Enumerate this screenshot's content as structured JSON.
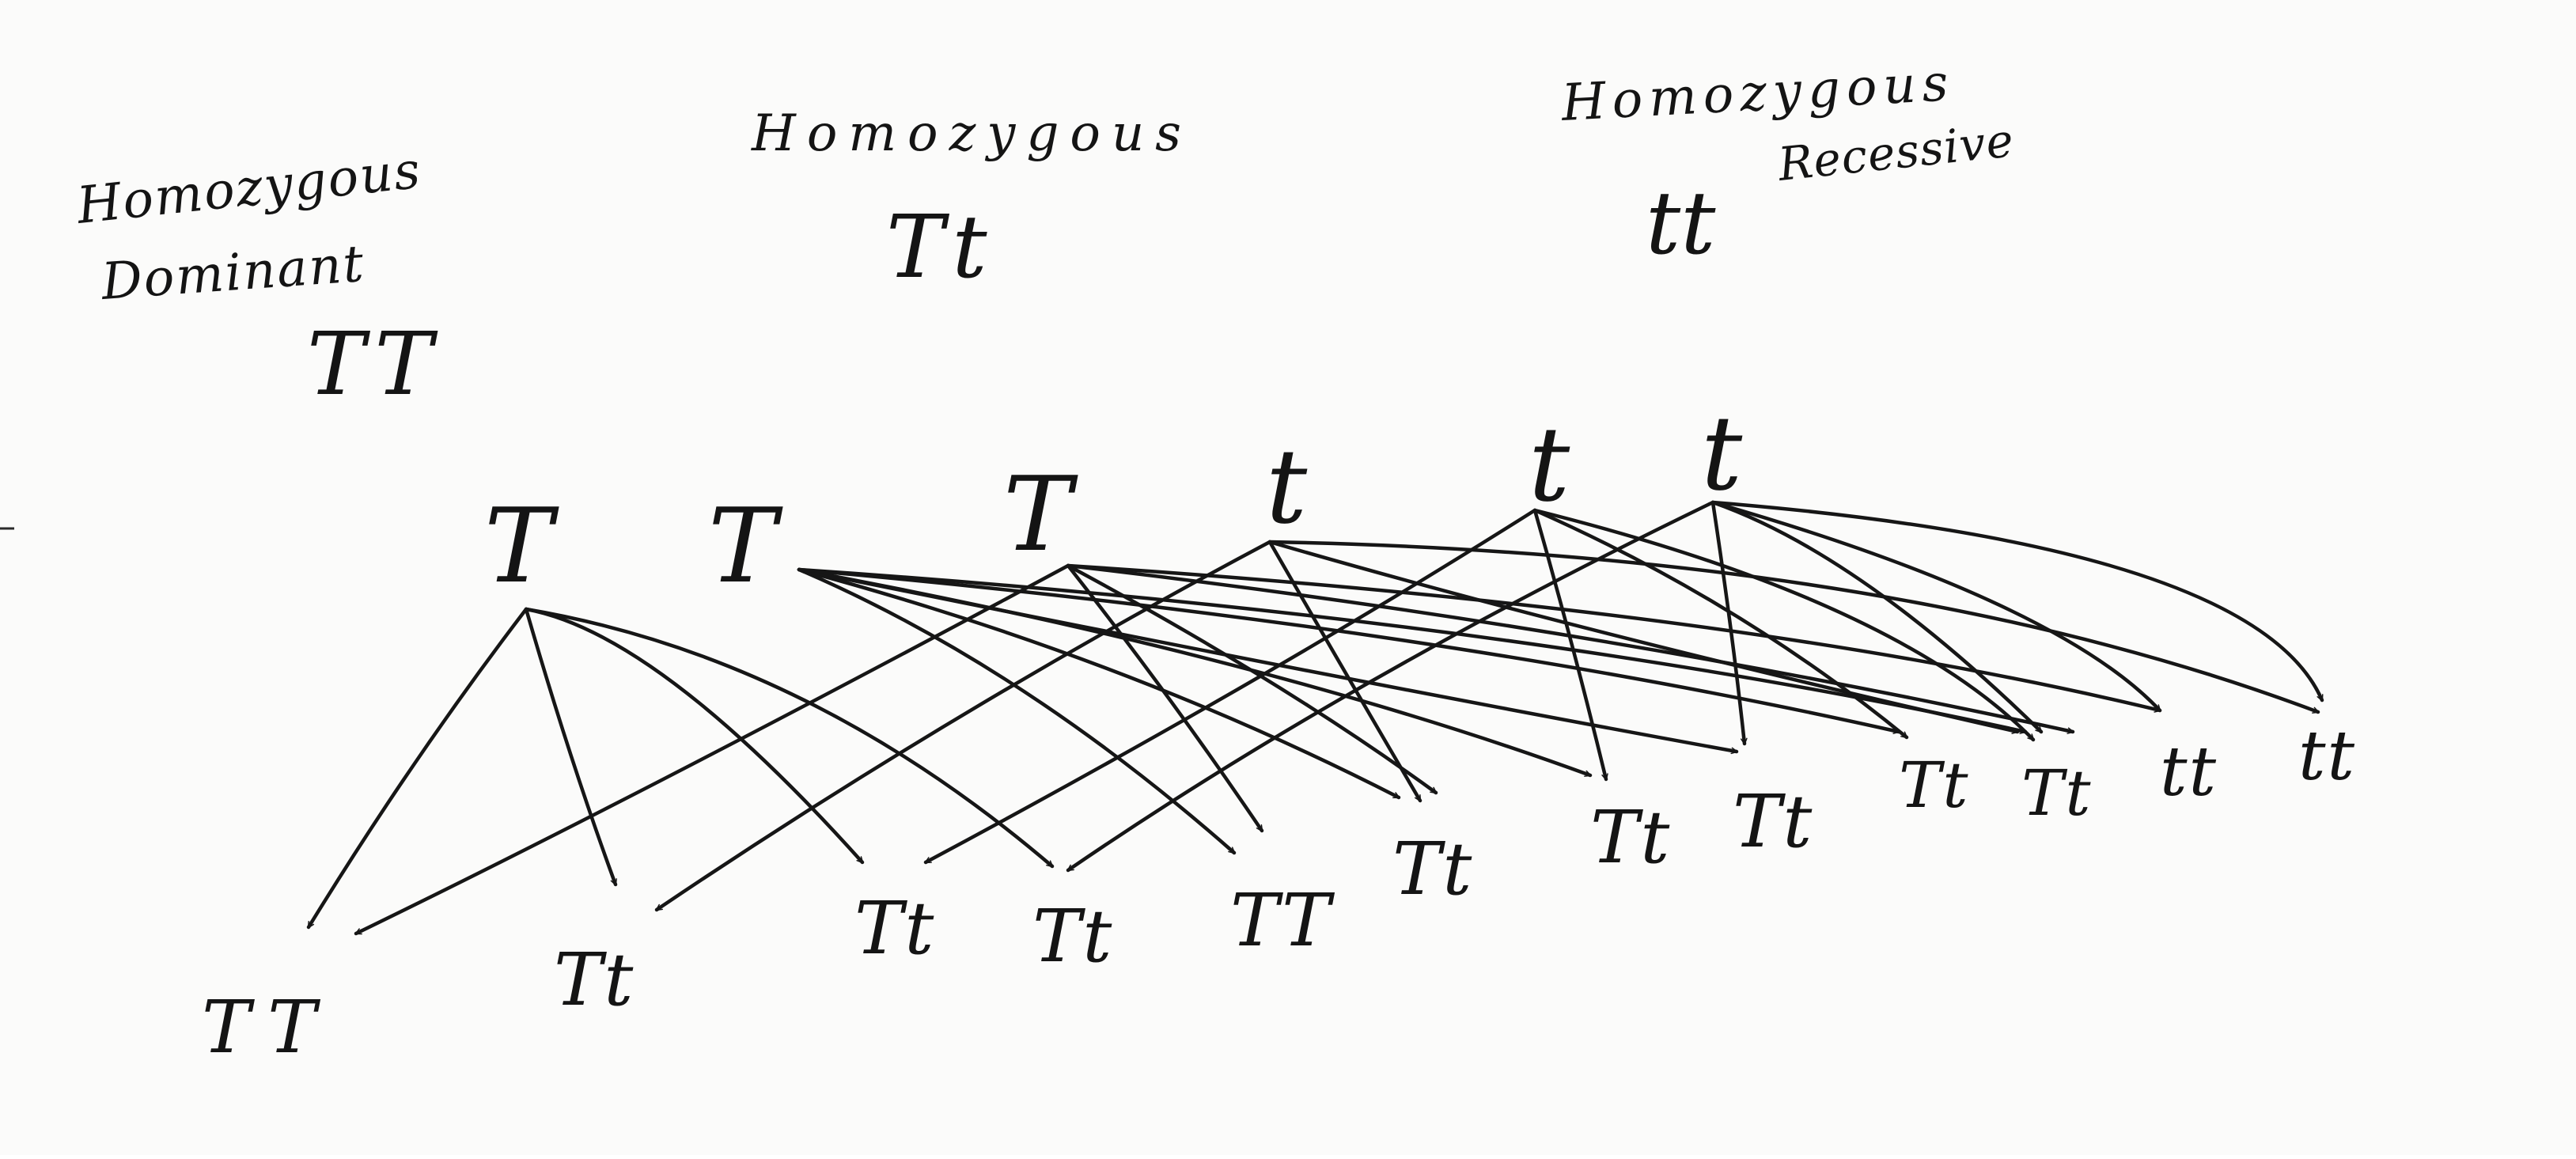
{
  "parents": [
    {
      "heading_lines": [
        "Homozygous",
        "Dominant"
      ],
      "genotype": "TT"
    },
    {
      "heading_lines": [
        "Homozygous"
      ],
      "genotype": "Tt"
    },
    {
      "heading_lines": [
        "Homozygous",
        "Recessive"
      ],
      "genotype": "tt"
    }
  ],
  "alleles": [
    "T",
    "T",
    "T",
    "t",
    "t",
    "t"
  ],
  "offspring": [
    "TT",
    "Tt",
    "Tt",
    "Tt",
    "TT",
    "Tt",
    "Tt",
    "Tt",
    "Tt",
    "Tt",
    "tt",
    "tt"
  ],
  "colors": {
    "ink": "#141414",
    "paper": "#fbfbfa"
  }
}
